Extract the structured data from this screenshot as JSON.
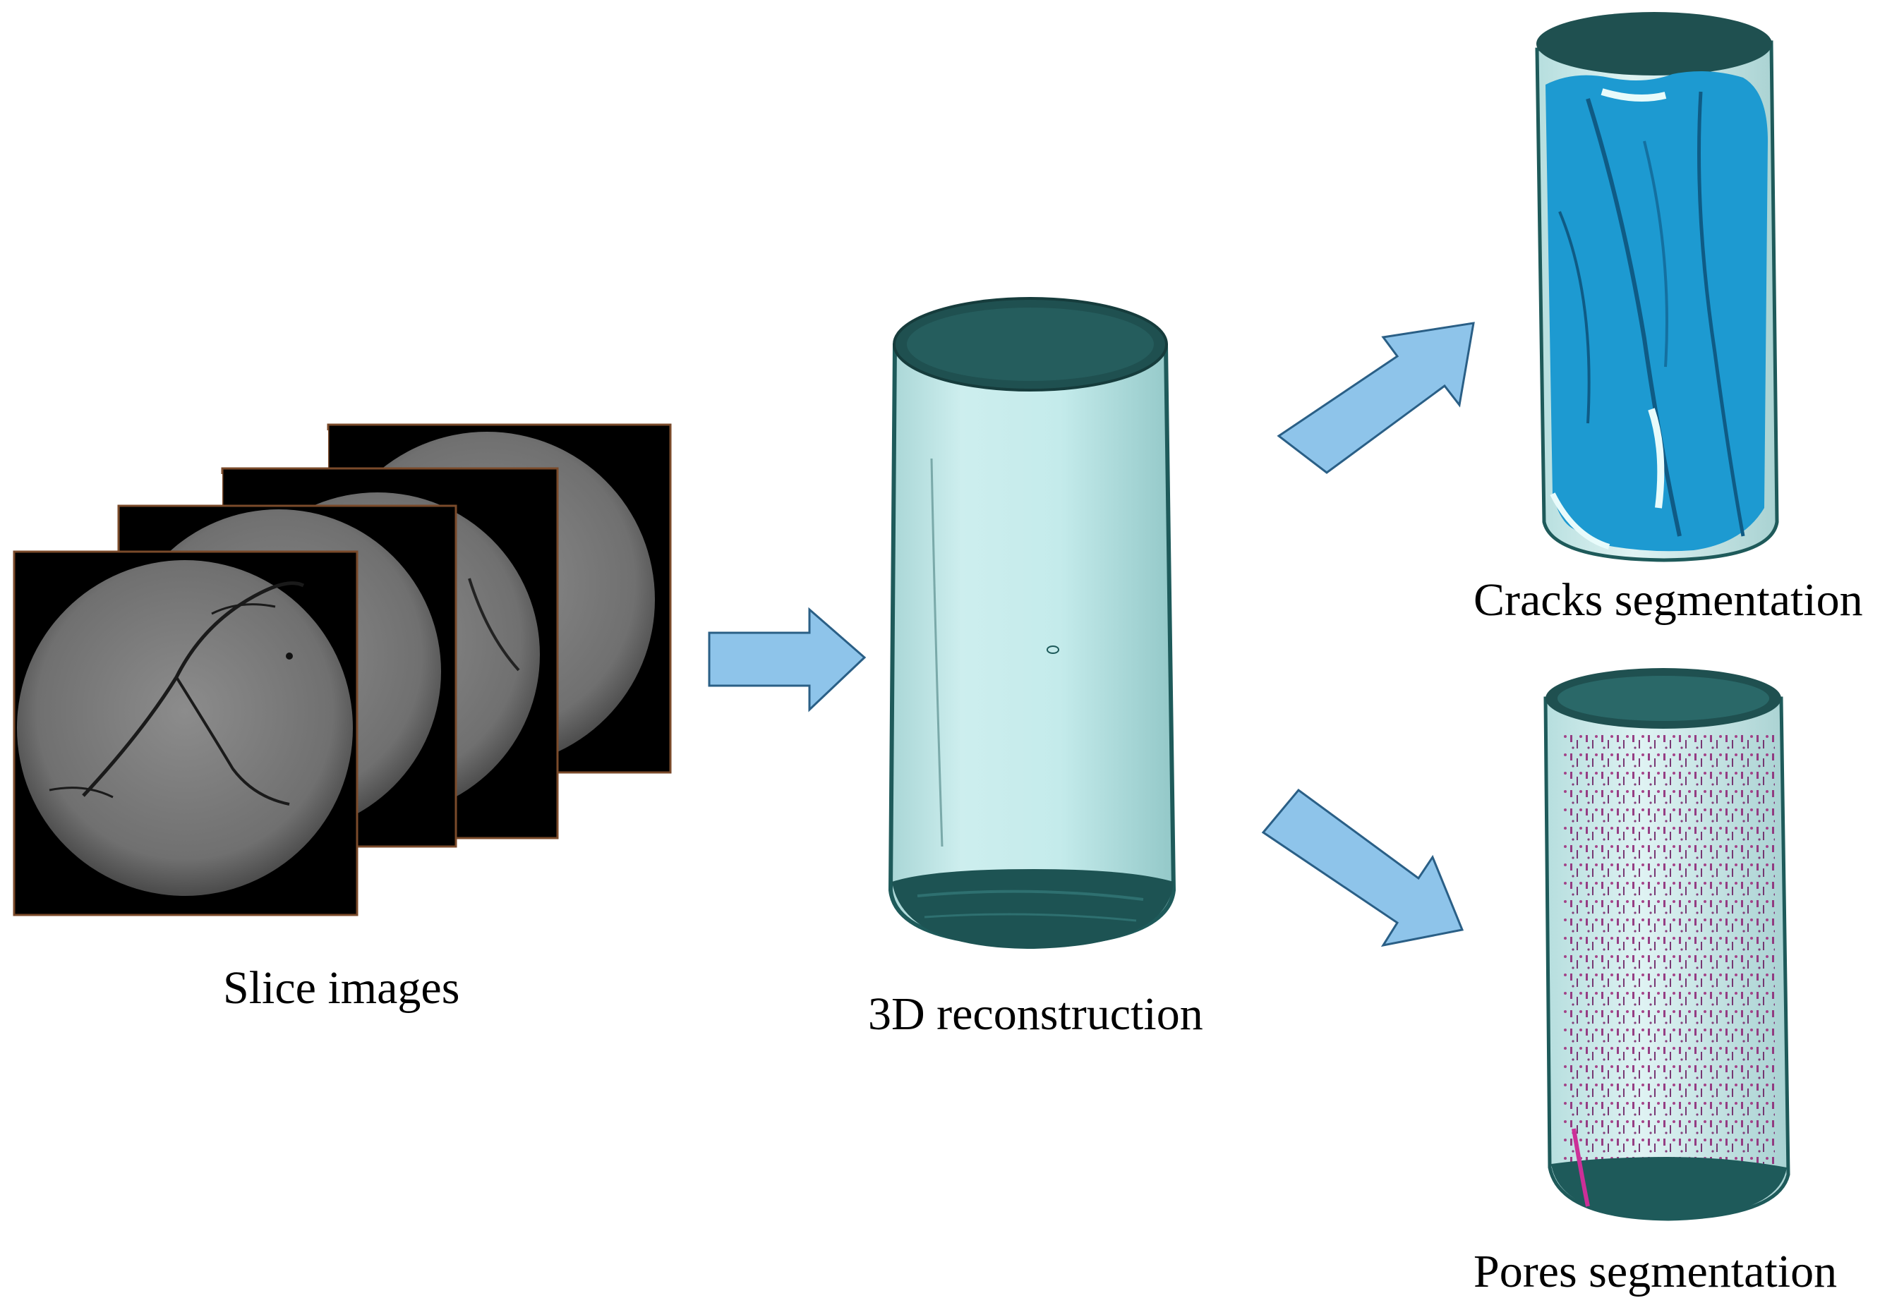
{
  "captions": {
    "slice_images": "Slice images",
    "reconstruction": "3D reconstruction",
    "cracks": "Cracks segmentation",
    "pores": "Pores segmentation"
  },
  "colors": {
    "arrow_fill": "#8ec4ea",
    "arrow_stroke": "#2a5f86",
    "cylinder_body": "#bfe6e6",
    "cylinder_edge": "#1e5a5a",
    "crack_blue": "#1d9ad1",
    "pore_magenta": "#9b2a7a",
    "slice_gray": "#8a8a8a"
  },
  "icons": {
    "flow_arrow": "right-arrow-icon"
  }
}
